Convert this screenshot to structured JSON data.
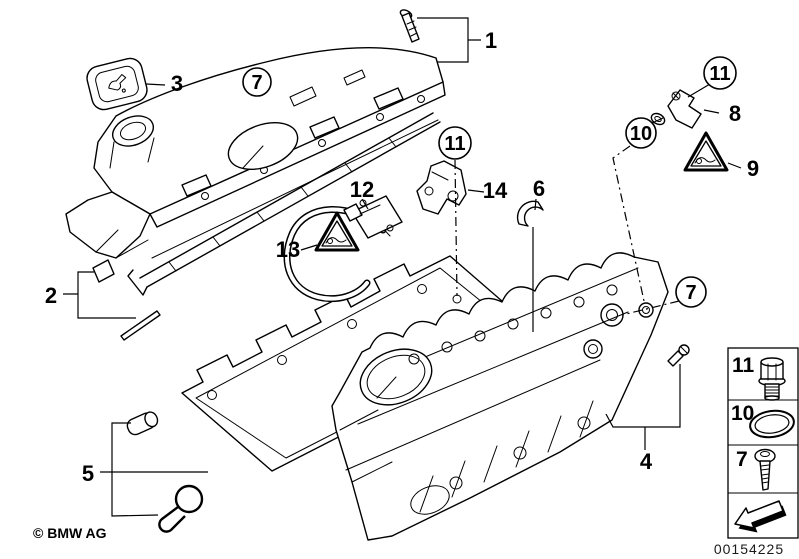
{
  "footer": {
    "copyright": "© BMW AG",
    "image_number": "00154225"
  },
  "callouts": {
    "item1": "1",
    "item2": "2",
    "item3": "3",
    "item4": "4",
    "item5": "5",
    "item6": "6",
    "item7_cover": "7",
    "item7_head": "7",
    "item8": "8",
    "item9": "9",
    "item10": "10",
    "item11_sensor": "11",
    "item11_bracket": "11",
    "item12": "12",
    "item13": "13",
    "item14": "14"
  },
  "legend": {
    "rows": [
      {
        "ref": "11",
        "icon": "hex-flange-bolt-icon"
      },
      {
        "ref": "10",
        "icon": "o-ring-icon"
      },
      {
        "ref": "7",
        "icon": "pan-head-screw-icon"
      },
      {
        "ref": "",
        "icon": "direction-arrow-icon"
      }
    ]
  }
}
